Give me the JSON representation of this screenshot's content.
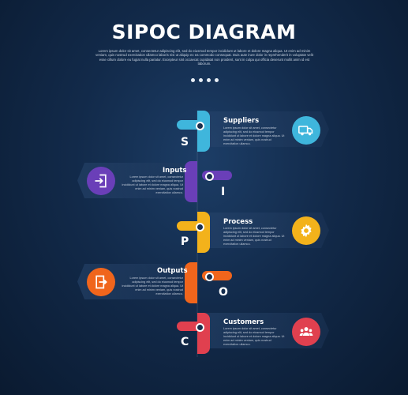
{
  "title": "SIPOC DIAGRAM",
  "subtitle": "Lorem ipsum dolor sit amet, consectetur adipiscing elit, sed do eiusmod tempor incididunt ut labore et dolore magna aliqua. Ut enim ad minim veniam, quis nostrud exercitation ullamco laboris nisi ut aliquip ex ea commodo consequat. Duis aute irure dolor in reprehenderit in voluptate velit esse cillum dolore eu fugiat nulla pariatur. Excepteur sint occaecat cupidatat non proident, sunt in culpa qui officia deserunt mollit anim id est laborum.",
  "pagination_dots": 4,
  "steps": [
    {
      "letter": "S",
      "title": "Suppliers",
      "color": "#3fb6dc",
      "icon": "delivery-truck-icon",
      "desc": "Lorem ipsum dolor sit amet, consectetur adipiscing elit, sed do eiusmod tempor incididunt ut labore et dolore magna aliqua. Ut enim ad minim veniam, quis nostrud exercitation ullamco."
    },
    {
      "letter": "I",
      "title": "Inputs",
      "color": "#6a3fb8",
      "icon": "login-arrow-icon",
      "desc": "Lorem ipsum dolor sit amet, consectetur adipiscing elit, sed do eiusmod tempor incididunt ut labore et dolore magna aliqua. Ut enim ad minim veniam, quis nostrud exercitation ullamco."
    },
    {
      "letter": "P",
      "title": "Process",
      "color": "#f3b21b",
      "icon": "gear-icon",
      "desc": "Lorem ipsum dolor sit amet, consectetur adipiscing elit, sed do eiusmod tempor incididunt ut labore et dolore magna aliqua. Ut enim ad minim veniam, quis nostrud exercitation ullamco."
    },
    {
      "letter": "O",
      "title": "Outputs",
      "color": "#f0651c",
      "icon": "exit-door-icon",
      "desc": "Lorem ipsum dolor sit amet, consectetur adipiscing elit, sed do eiusmod tempor incididunt ut labore et dolore magna aliqua. Ut enim ad minim veniam, quis nostrud exercitation ullamco."
    },
    {
      "letter": "C",
      "title": "Customers",
      "color": "#e0404f",
      "icon": "user-group-icon",
      "desc": "Lorem ipsum dolor sit amet, consectetur adipiscing elit, sed do eiusmod tempor incididunt ut labore et dolore magna aliqua. Ut enim ad minim veniam, quis nostrud exercitation ullamco."
    }
  ]
}
